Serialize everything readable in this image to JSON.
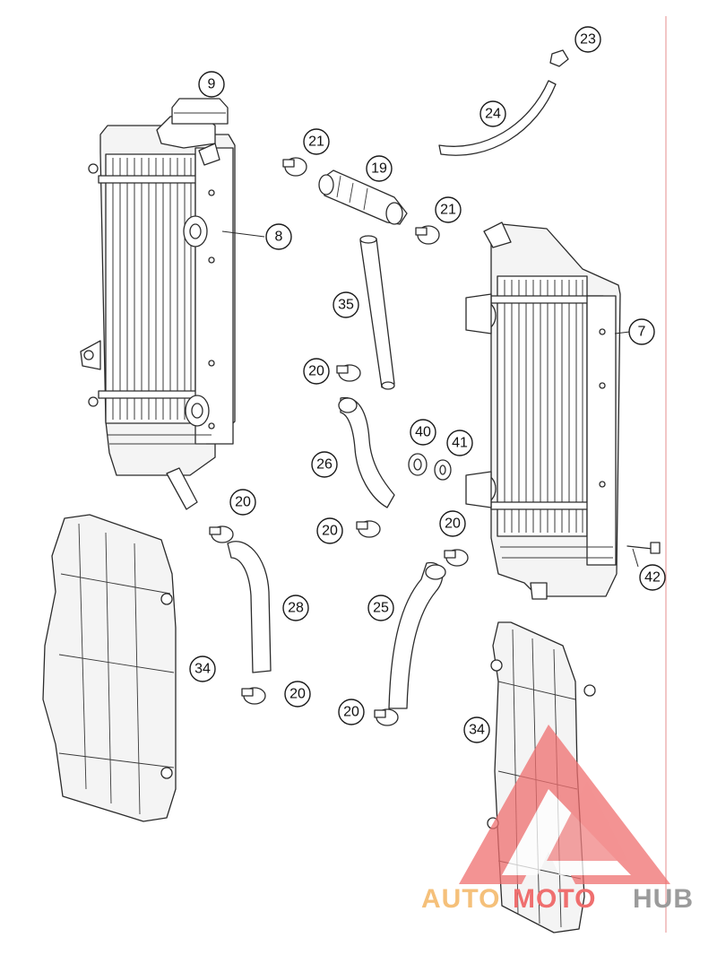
{
  "callouts": [
    {
      "id": "c9",
      "label": "9"
    },
    {
      "id": "c8",
      "label": "8"
    },
    {
      "id": "c21a",
      "label": "21"
    },
    {
      "id": "c19",
      "label": "19"
    },
    {
      "id": "c21b",
      "label": "21"
    },
    {
      "id": "c23",
      "label": "23"
    },
    {
      "id": "c24",
      "label": "24"
    },
    {
      "id": "c35",
      "label": "35"
    },
    {
      "id": "c7",
      "label": "7"
    },
    {
      "id": "c20a",
      "label": "20"
    },
    {
      "id": "c26",
      "label": "26"
    },
    {
      "id": "c40",
      "label": "40"
    },
    {
      "id": "c41",
      "label": "41"
    },
    {
      "id": "c20b",
      "label": "20"
    },
    {
      "id": "c20c",
      "label": "20"
    },
    {
      "id": "c20d",
      "label": "20"
    },
    {
      "id": "c42",
      "label": "42"
    },
    {
      "id": "c28",
      "label": "28"
    },
    {
      "id": "c25",
      "label": "25"
    },
    {
      "id": "c34a",
      "label": "34"
    },
    {
      "id": "c20e",
      "label": "20"
    },
    {
      "id": "c20f",
      "label": "20"
    },
    {
      "id": "c34b",
      "label": "34"
    }
  ],
  "watermark": {
    "part1": "AUTO",
    "part2": "MOTO",
    "part3": "HUB",
    "color_orange": "#f5c07a",
    "color_red": "#ef6f6f",
    "color_grey": "#9b9b9b"
  },
  "colors": {
    "frame_line": "#e8a0a0",
    "line_art": "#2b2b2b"
  }
}
